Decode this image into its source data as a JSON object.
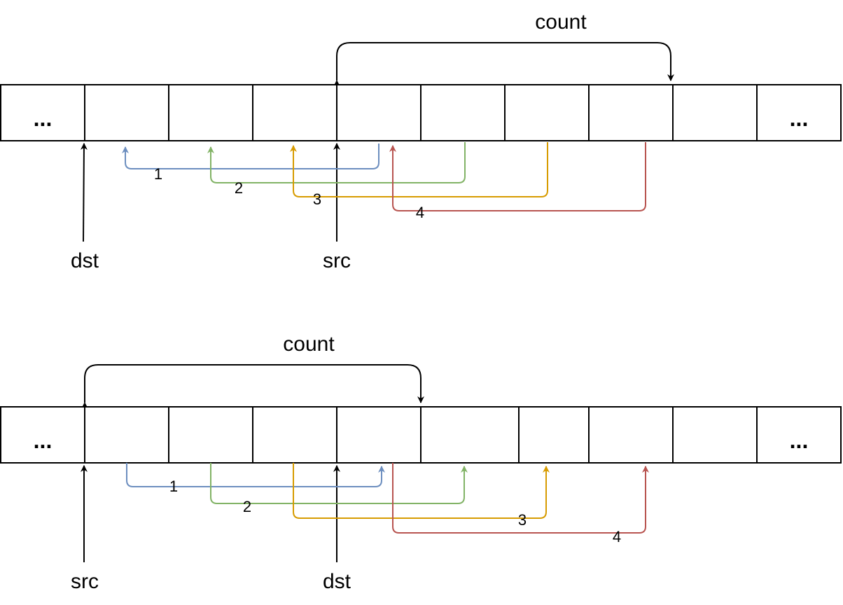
{
  "colors": {
    "blue": "#6c8ebf",
    "green": "#82b366",
    "orange": "#d79b00",
    "red": "#b85450",
    "black": "#000000"
  },
  "top": {
    "count_label": "count",
    "ellipsis_left": "...",
    "ellipsis_right": "...",
    "pointer_a_label": "dst",
    "pointer_b_label": "src",
    "steps": [
      "1",
      "2",
      "3",
      "4"
    ]
  },
  "bottom": {
    "count_label": "count",
    "ellipsis_left": "...",
    "ellipsis_right": "...",
    "pointer_a_label": "src",
    "pointer_b_label": "dst",
    "steps": [
      "1",
      "2",
      "3",
      "4"
    ]
  }
}
